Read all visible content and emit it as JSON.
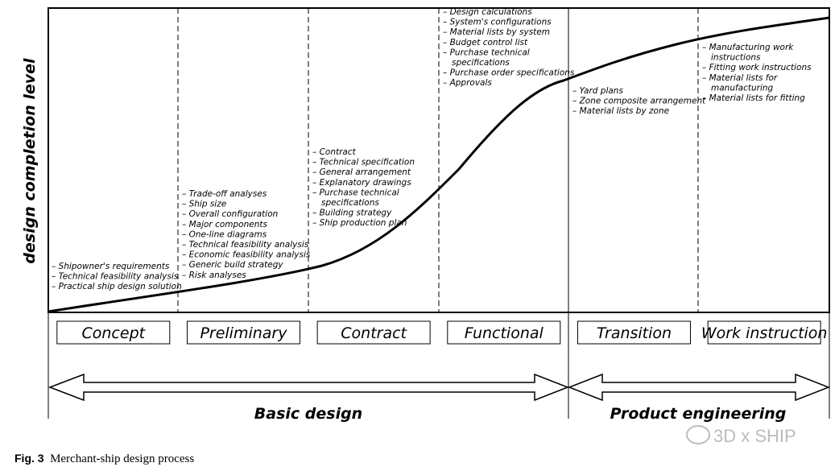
{
  "y_axis_label": "design completion level",
  "stage_lists": [
    [
      "Shipowner's requirements",
      "Technical feasibility analysis",
      "Practical ship design solution"
    ],
    [
      "Trade-off analyses",
      "Ship size",
      "Overall configuration",
      "Major components",
      "One-line diagrams",
      "Technical feasibility analysis",
      "Economic feasibility analysis",
      "Generic build strategy",
      "Risk analyses"
    ],
    [
      "Contract",
      "Technical specification",
      "General arrangement",
      "Explanatory drawings",
      "Purchase technical|specifications",
      "Building strategy",
      "Ship production plan"
    ],
    [
      "Design calculations",
      "System's configurations",
      "Material lists by system",
      "Budget control list",
      "Purchase technical|specifications",
      "Purchase order specifications",
      "Approvals"
    ],
    [
      "Yard plans",
      "Zone composite arrangement",
      "Material lists by zone"
    ],
    [
      "Manufacturing work|instructions",
      "Fitting work instructions",
      "Material lists for|manufacturing",
      "Material lists for fitting"
    ]
  ],
  "phases": [
    "Concept",
    "Preliminary",
    "Contract",
    "Functional",
    "Transition",
    "Work instruction"
  ],
  "groups": [
    "Basic design",
    "Product engineering"
  ],
  "caption": {
    "label": "Fig. 3",
    "text": "Merchant-ship design process"
  },
  "watermark": "3D x SHIP"
}
